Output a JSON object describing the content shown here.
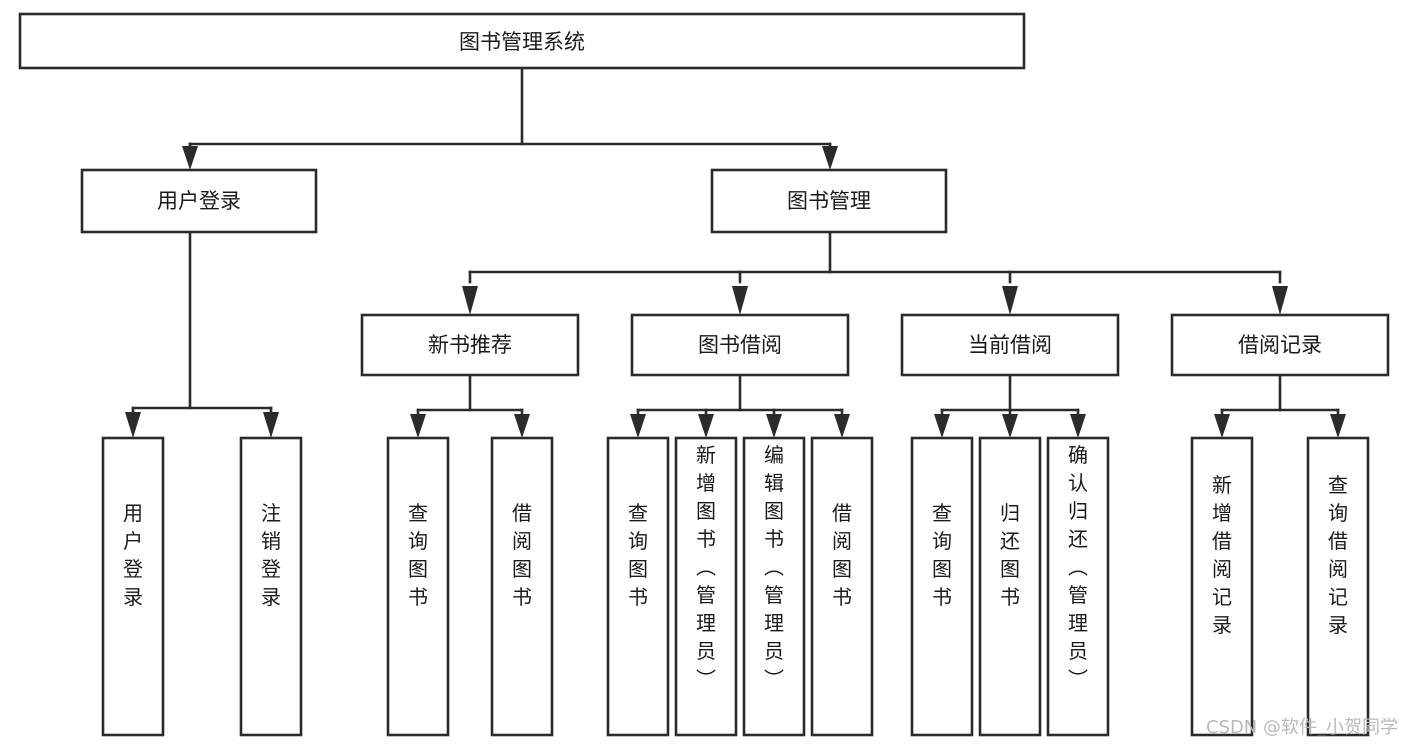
{
  "diagram": {
    "title": "图书管理系统",
    "type": "tree-hierarchy-chart",
    "watermark": "CSDN @软件_小贺同学",
    "root": {
      "id": "root",
      "label": "图书管理系统"
    },
    "level2": [
      {
        "id": "user-login",
        "label": "用户登录"
      },
      {
        "id": "book-manage",
        "label": "图书管理"
      }
    ],
    "level3": [
      {
        "id": "new-book-recommend",
        "label": "新书推荐",
        "parent": "book-manage"
      },
      {
        "id": "book-borrow",
        "label": "图书借阅",
        "parent": "book-manage"
      },
      {
        "id": "current-borrow",
        "label": "当前借阅",
        "parent": "book-manage"
      },
      {
        "id": "borrow-record",
        "label": "借阅记录",
        "parent": "book-manage"
      }
    ],
    "leaves": {
      "user-login": [
        {
          "id": "leaf-user-login",
          "label": "用户登录"
        },
        {
          "id": "leaf-logout-login",
          "label": "注销登录"
        }
      ],
      "new-book-recommend": [
        {
          "id": "leaf-query-book-1",
          "label": "查询图书"
        },
        {
          "id": "leaf-borrow-book-1",
          "label": "借阅图书"
        }
      ],
      "book-borrow": [
        {
          "id": "leaf-query-book-2",
          "label": "查询图书"
        },
        {
          "id": "leaf-add-book",
          "label": "新增图书（管理员）"
        },
        {
          "id": "leaf-edit-book",
          "label": "编辑图书（管理员）"
        },
        {
          "id": "leaf-borrow-book-2",
          "label": "借阅图书"
        }
      ],
      "current-borrow": [
        {
          "id": "leaf-query-book-3",
          "label": "查询图书"
        },
        {
          "id": "leaf-return-book",
          "label": "归还图书"
        },
        {
          "id": "leaf-confirm-return",
          "label": "确认归还（管理员）"
        }
      ],
      "borrow-record": [
        {
          "id": "leaf-add-record",
          "label": "新增借阅记录"
        },
        {
          "id": "leaf-query-record",
          "label": "查询借阅记录"
        }
      ]
    },
    "colors": {
      "stroke": "#2b2b2b",
      "fill": "#ffffff",
      "text": "#1a1a1a",
      "watermark": "#b9b9b9",
      "background": "#ffffff"
    }
  }
}
